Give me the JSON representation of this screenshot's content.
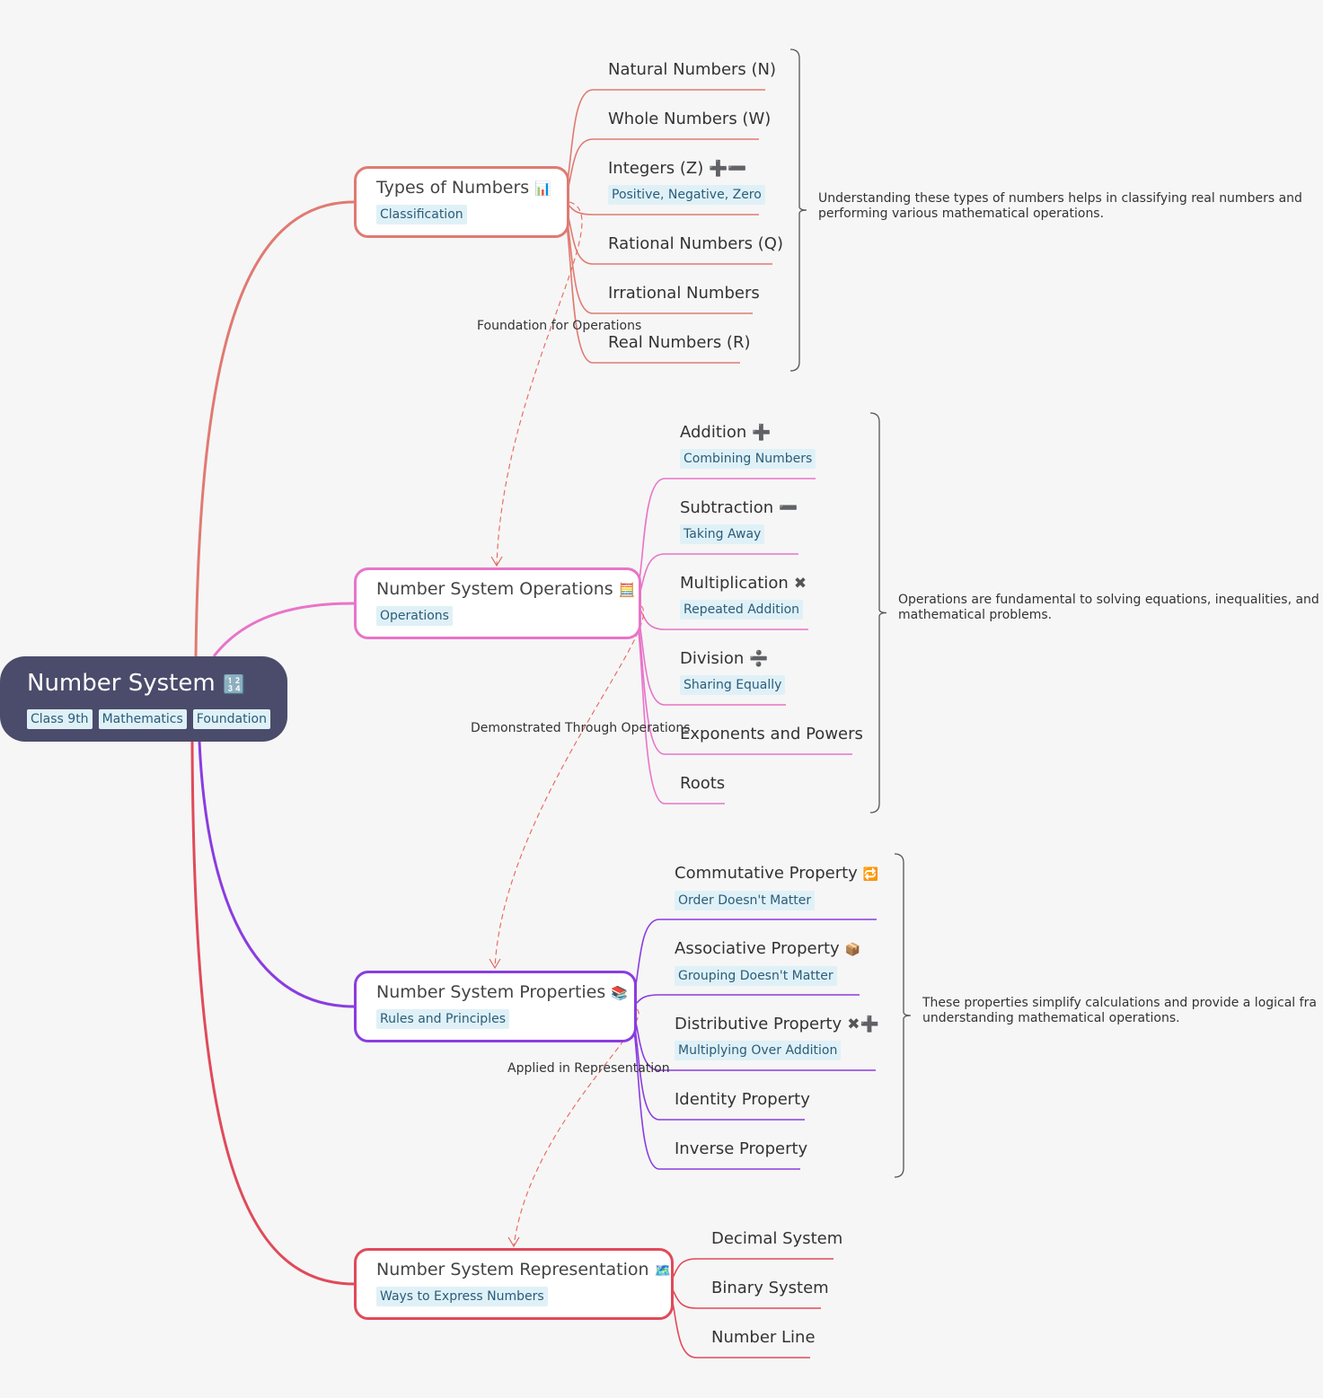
{
  "root": {
    "title": "Number System",
    "icon": "🔢",
    "tags": [
      "Class 9th",
      "Mathematics",
      "Foundation"
    ]
  },
  "branches": [
    {
      "title": "Types of Numbers",
      "icon": "📊",
      "tag": "Classification",
      "color": "#e07a72",
      "children": [
        {
          "label": "Natural Numbers (N)"
        },
        {
          "label": "Whole Numbers (W)"
        },
        {
          "label": "Integers (Z)",
          "icon": "➕➖",
          "tag": "Positive, Negative, Zero"
        },
        {
          "label": "Rational Numbers (Q)"
        },
        {
          "label": "Irrational Numbers"
        },
        {
          "label": "Real Numbers (R)"
        }
      ],
      "summary": [
        "Understanding these types of numbers helps in classifying real numbers and",
        "performing various mathematical operations."
      ]
    },
    {
      "title": "Number System Operations",
      "icon": "🧮",
      "tag": "Operations",
      "color": "#e874c9",
      "children": [
        {
          "label": "Addition",
          "icon": "➕",
          "tag": "Combining Numbers"
        },
        {
          "label": "Subtraction",
          "icon": "➖",
          "tag": "Taking Away"
        },
        {
          "label": "Multiplication",
          "icon": "✖",
          "tag": "Repeated Addition"
        },
        {
          "label": "Division",
          "icon": "➗",
          "tag": "Sharing Equally"
        },
        {
          "label": "Exponents and Powers"
        },
        {
          "label": "Roots"
        }
      ],
      "summary": [
        "Operations are fundamental to solving equations, inequalities, and",
        "mathematical problems."
      ]
    },
    {
      "title": "Number System Properties",
      "icon": "📚",
      "tag": "Rules and Principles",
      "color": "#8a3ce0",
      "children": [
        {
          "label": "Commutative Property",
          "icon": "🔁",
          "tag": "Order Doesn't Matter"
        },
        {
          "label": "Associative Property",
          "icon": "📦",
          "tag": "Grouping Doesn't Matter"
        },
        {
          "label": "Distributive Property",
          "icon": "✖➕",
          "tag": "Multiplying Over Addition"
        },
        {
          "label": "Identity Property"
        },
        {
          "label": "Inverse Property"
        }
      ],
      "summary": [
        "These properties simplify calculations and provide a logical fra",
        "understanding mathematical operations."
      ]
    },
    {
      "title": "Number System Representation",
      "icon": "🗺️",
      "tag": "Ways to Express Numbers",
      "color": "#e04a5a",
      "children": [
        {
          "label": "Decimal System"
        },
        {
          "label": "Binary System"
        },
        {
          "label": "Number Line"
        }
      ]
    }
  ],
  "relations": [
    "Foundation for Operations",
    "Demonstrated Through Operations",
    "Applied in Representation"
  ],
  "colors": {
    "background": "#f6f6f6",
    "root": "#4b4c6b",
    "tag_bg": "#dff1f7",
    "tag_text": "#2b5c7a",
    "relation": "#e8645a"
  }
}
